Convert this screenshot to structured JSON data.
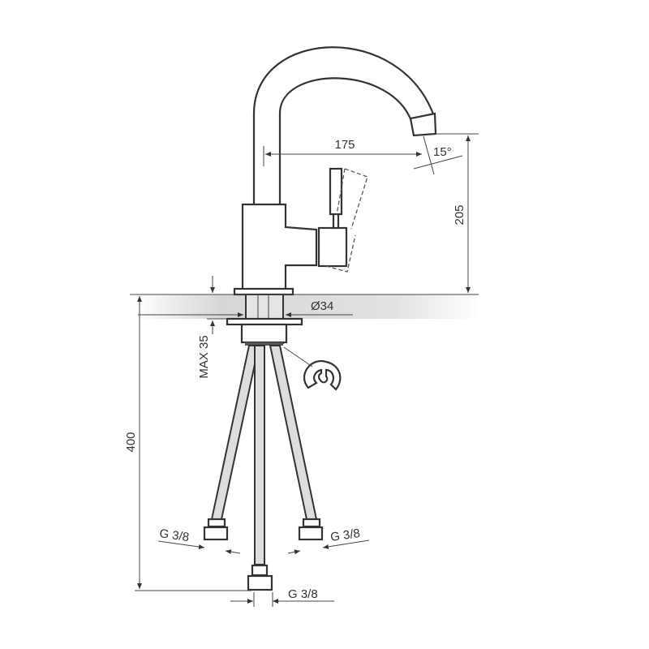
{
  "drawing": {
    "dimensions": {
      "spout_reach": "175",
      "spout_angle": "15°",
      "spout_height": "205",
      "base_diameter": "Ø34",
      "max_counter_thickness": "MAX 35",
      "hose_length": "400",
      "hose_thread_left": "G 3/8",
      "hose_thread_right": "G 3/8",
      "hose_thread_center": "G 3/8"
    },
    "colors": {
      "line": "#333333",
      "counter": "#d9d9d9"
    }
  }
}
